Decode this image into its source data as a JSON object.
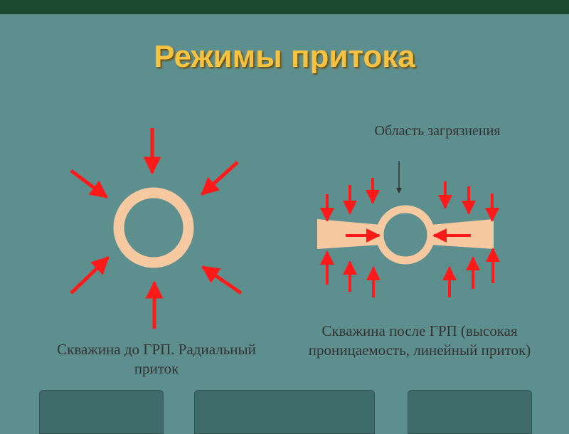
{
  "title": "Режимы притока",
  "labels": {
    "contamination_zone": "Область загрязнения",
    "left_caption": "Скважина до ГРП. Радиальный приток",
    "right_caption": "Скважина после ГРП (высокая проницаемость, линейный приток)"
  },
  "colors": {
    "background": "#5e8f8f",
    "title": "#f5c242",
    "arrow": "#ff1a1a",
    "ring": "#f7c9a0",
    "fracture": "#f7c9a0",
    "header_band": "#1c4a30",
    "bottom_buttons": "#3f6b6b"
  }
}
